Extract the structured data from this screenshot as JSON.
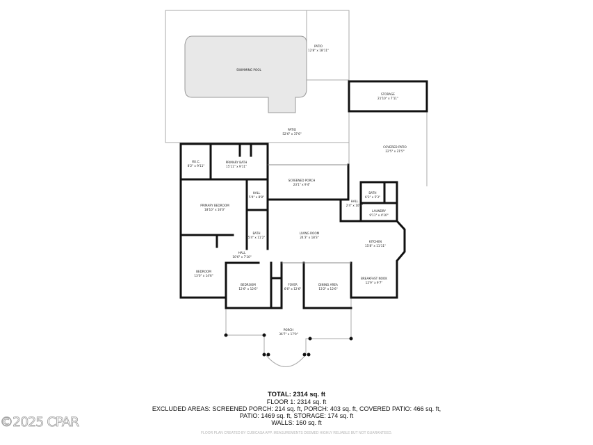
{
  "rooms": {
    "patio_small": {
      "name": "PATIO",
      "size": "12'8\" x 18'11\""
    },
    "pool": {
      "name": "SWIMMING POOL"
    },
    "patio_main": {
      "name": "PATIO",
      "size": "52'6\" x 37'6\""
    },
    "storage": {
      "name": "STORAGE",
      "size": "21'10\" x 7'11\""
    },
    "covered_patio": {
      "name": "COVERED PATIO",
      "size": "22'5\" x 21'5\""
    },
    "wic": {
      "name": "W.I.C.",
      "size": "8'2\" x 9'11\""
    },
    "primary_bath": {
      "name": "PRIMARY BATH",
      "size": "15'11\" x 9'11\""
    },
    "screened_porch": {
      "name": "SCREENED PORCH",
      "size": "23'1\" x 9'4\""
    },
    "hall_1": {
      "name": "HALL",
      "size": "5'4\" x 8'8\""
    },
    "primary_bedroom": {
      "name": "PRIMARY BEDROOM",
      "size": "18'10\" x 16'0\""
    },
    "bath_1": {
      "name": "BATH",
      "size": "5'4\" x 11'2\""
    },
    "living_room": {
      "name": "LIVING ROOM",
      "size": "24'3\" x 18'3\""
    },
    "hall_2": {
      "name": "HALL",
      "size": "2'4\" x 10'8\""
    },
    "bath_2": {
      "name": "BATH",
      "size": "6'3\" x 5'3\""
    },
    "laundry": {
      "name": "LAUNDRY",
      "size": "9'11\" x 4'10\""
    },
    "kitchen": {
      "name": "KITCHEN",
      "size": "15'8\" x 11'11\""
    },
    "hall_3": {
      "name": "HALL",
      "size": "10'6\" x 7'10\""
    },
    "bedroom_1": {
      "name": "BEDROOM",
      "size": "13'0\" x 14'6\""
    },
    "bedroom_2": {
      "name": "BEDROOM",
      "size": "12'6\" x 12'6\""
    },
    "foyer": {
      "name": "FOYER",
      "size": "6'6\" x 12'6\""
    },
    "dining_area": {
      "name": "DINING AREA",
      "size": "13'2\" x 12'6\""
    },
    "breakfast_nook": {
      "name": "BREAKFAST NOOK",
      "size": "12'9\" x 9'7\""
    },
    "porch": {
      "name": "PORCH",
      "size": "36'7\" x 17'0\""
    }
  },
  "summary": {
    "total": "TOTAL: 2314 sq. ft",
    "floor1": "FLOOR 1: 2314 sq. ft",
    "excluded_1": "EXCLUDED AREAS: SCREENED PORCH: 214 sq. ft, PORCH: 403 sq. ft, COVERED PATIO: 466 sq. ft,",
    "excluded_2": "PATIO: 1469 sq. ft, STORAGE: 174 sq. ft",
    "walls": "WALLS: 160 sq. ft",
    "disclaimer": "FLOOR PLAN CREATED BY CUBICASA APP. MEASUREMENTS DEEMED HIGHLY RELIABLE BUT NOT GUARANTEED."
  },
  "watermark": "©2025 CPAR",
  "colors": {
    "wall": "#111111",
    "outline": "#b0b0b0",
    "pool": "#e8e8e8"
  }
}
